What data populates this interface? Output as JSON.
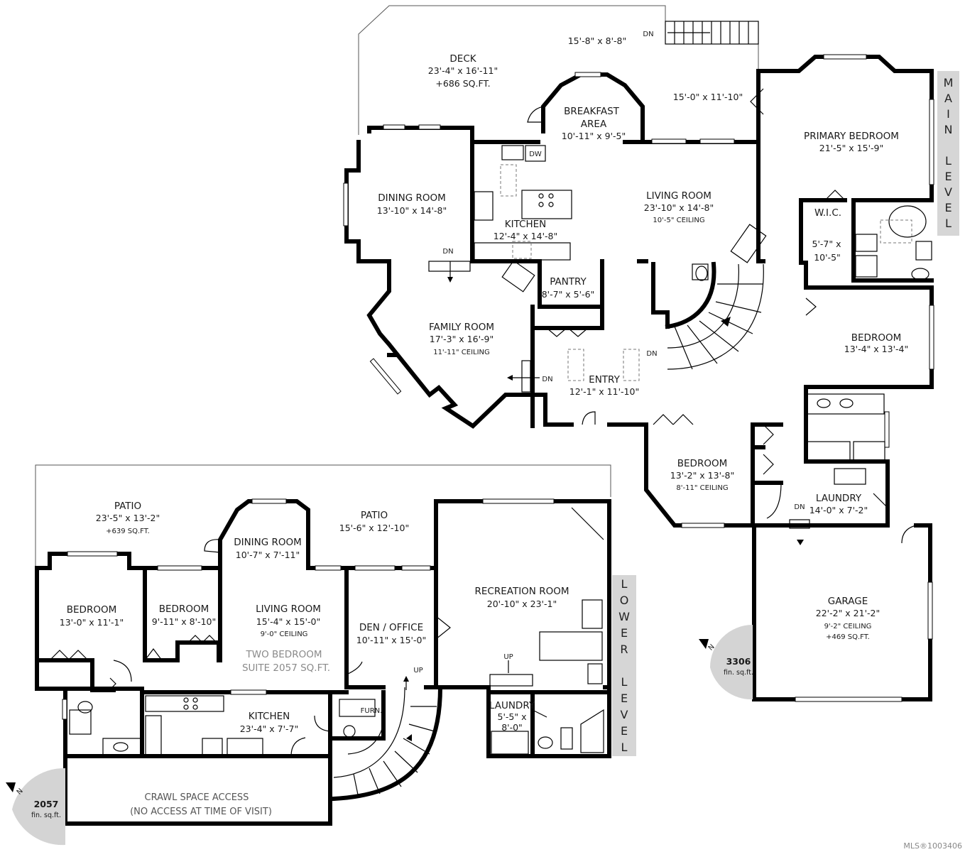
{
  "main_level": {
    "tab_label": "MAIN LEVEL",
    "sqft_value": "3306",
    "sqft_unit": "fin. sq.ft.",
    "north": "N",
    "rooms": {
      "deck": {
        "name": "DECK",
        "dim": "23'-4\" x 16'-11\"",
        "extra": "+686 SQ.FT."
      },
      "deck_upper": {
        "dim": "15'-8\" x 8'-8\""
      },
      "deck_right": {
        "dim": "15'-0\" x 11'-10\""
      },
      "breakfast": {
        "name1": "BREAKFAST",
        "name2": "AREA",
        "dim": "10'-11\" x 9'-5\""
      },
      "primary_bedroom": {
        "name": "PRIMARY BEDROOM",
        "dim": "21'-5\" x 15'-9\""
      },
      "dining": {
        "name": "DINING ROOM",
        "dim": "13'-10\" x 14'-8\""
      },
      "kitchen": {
        "name": "KITCHEN",
        "dim": "12'-4\" x 14'-8\""
      },
      "living": {
        "name": "LIVING ROOM",
        "dim": "23'-10\" x 14'-8\"",
        "note": "10'-5\" CEILING"
      },
      "wic": {
        "name": "W.I.C.",
        "dim1": "5'-7\" x",
        "dim2": "10'-5\""
      },
      "pantry": {
        "name": "PANTRY",
        "dim": "8'-7\" x 5'-6\""
      },
      "family": {
        "name": "FAMILY ROOM",
        "dim": "17'-3\" x 16'-9\"",
        "note": "11'-11\" CEILING"
      },
      "bedroom1": {
        "name": "BEDROOM",
        "dim": "13'-4\" x 13'-4\""
      },
      "entry": {
        "name": "ENTRY",
        "dim": "12'-1\" x 11'-10\""
      },
      "bedroom2": {
        "name": "BEDROOM",
        "dim": "13'-2\" x 13'-8\"",
        "note": "8'-11\" CEILING"
      },
      "laundry": {
        "name": "LAUNDRY",
        "dim": "14'-0\" x 7'-2\""
      },
      "garage": {
        "name": "GARAGE",
        "dim": "22'-2\" x 21'-2\"",
        "note": "9'-2\" CEILING",
        "extra": "+469 SQ.FT."
      }
    },
    "marks": {
      "dw": "DW",
      "dn": "DN"
    }
  },
  "lower_level": {
    "tab_label": "LOWER LEVEL",
    "sqft_value": "2057",
    "sqft_unit": "fin. sq.ft.",
    "north": "N",
    "suite_line1": "TWO BEDROOM",
    "suite_line2": "SUITE 2057 SQ.FT.",
    "rooms": {
      "patio_left": {
        "name": "PATIO",
        "dim": "23'-5\" x 13'-2\"",
        "extra": "+639 SQ.FT."
      },
      "dining": {
        "name": "DINING ROOM",
        "dim": "10'-7\" x 7'-11\""
      },
      "patio_mid": {
        "name": "PATIO",
        "dim": "15'-6\" x 12'-10\""
      },
      "bedroom_a": {
        "name": "BEDROOM",
        "dim": "13'-0\" x 11'-1\""
      },
      "bedroom_b": {
        "name": "BEDROOM",
        "dim": "9'-11\" x 8'-10\""
      },
      "living": {
        "name": "LIVING ROOM",
        "dim": "15'-4\" x 15'-0\"",
        "note": "9'-0\" CEILING"
      },
      "den": {
        "name": "DEN / OFFICE",
        "dim": "10'-11\" x 15'-0\""
      },
      "recreation": {
        "name": "RECREATION ROOM",
        "dim": "20'-10\" x 23'-1\""
      },
      "kitchen": {
        "name": "KITCHEN",
        "dim": "23'-4\" x 7'-7\""
      },
      "laundry": {
        "name": "LAUNDRY",
        "dim1": "5'-5\" x",
        "dim2": "8'-0\""
      },
      "crawl": {
        "name": "CRAWL SPACE ACCESS",
        "note": "(NO ACCESS AT TIME OF VISIT)"
      }
    },
    "marks": {
      "furn": "FURN.",
      "up": "UP"
    }
  },
  "mls": "MLS®1003406"
}
